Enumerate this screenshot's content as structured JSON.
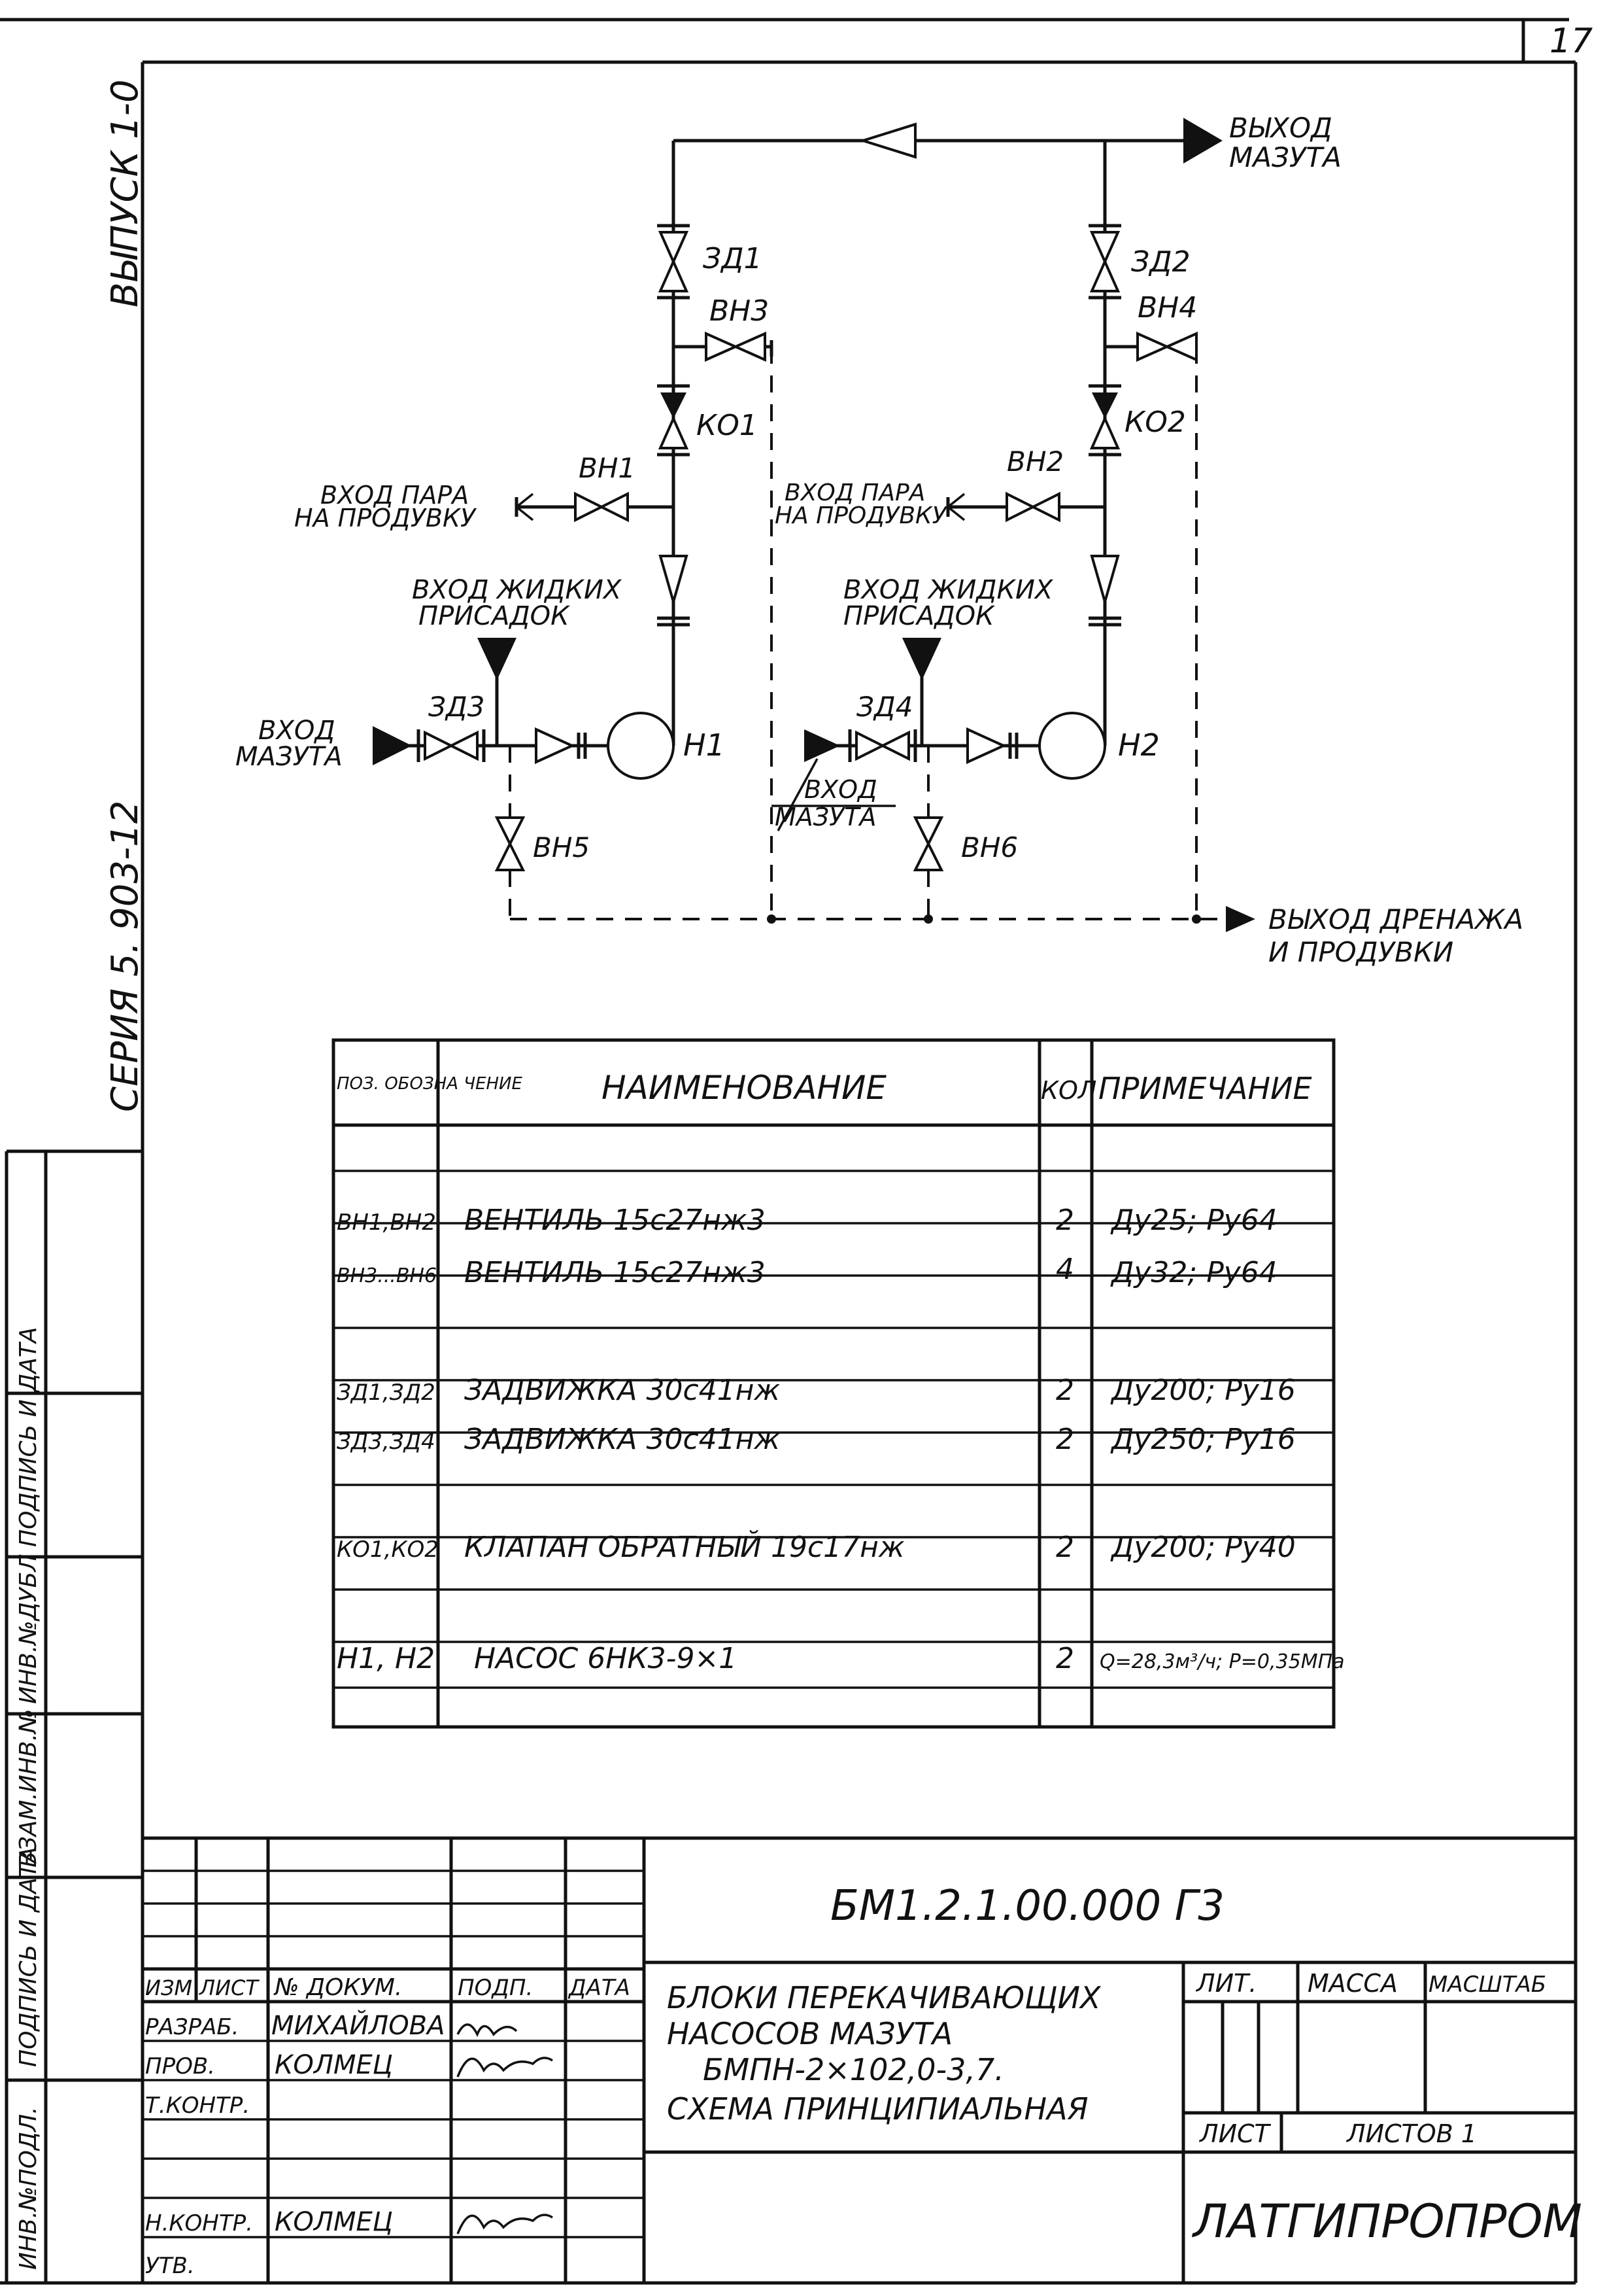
{
  "page_number": "17",
  "side_labels": {
    "issue": "ВЫПУСК 1-0",
    "series": "СЕРИЯ 5. 903-12"
  },
  "margin_stamp": [
    "ИНВ.№ПОДЛ.",
    "ПОДПИСЬ И ДАТА",
    "ВЗАМ.ИНВ.№",
    "ИНВ.№ДУБЛ",
    "ПОДПИСЬ И ДАТА"
  ],
  "diagram": {
    "outlet_fuel": [
      "ВЫХОД",
      "МАЗУТА"
    ],
    "drain_outlet": [
      "ВЫХОД ДРЕНАЖА",
      "И ПРОДУВКИ"
    ],
    "left": {
      "gate_top": "ЗД1",
      "vent_top": "ВН3",
      "check": "КО1",
      "vent_steam": "ВН1",
      "steam_in": [
        "ВХОД ПАРА",
        "НА ПРОДУВКУ"
      ],
      "additives_in": [
        "ВХОД ЖИДКИХ",
        "ПРИСАДОК"
      ],
      "gate_in": "ЗД3",
      "fuel_in": [
        "ВХОД",
        "МАЗУТА"
      ],
      "pump": "Н1",
      "vent_drain": "ВН5"
    },
    "right": {
      "gate_top": "ЗД2",
      "vent_top": "ВН4",
      "check": "КО2",
      "vent_steam": "ВН2",
      "steam_in": [
        "ВХОД ПАРА",
        "НА ПРОДУВКУ"
      ],
      "additives_in": [
        "ВХОД ЖИДКИХ",
        "ПРИСАДОК"
      ],
      "gate_in": "ЗД4",
      "fuel_in": [
        "ВХОД",
        "МАЗУТА"
      ],
      "pump": "Н2",
      "vent_drain": "ВН6"
    }
  },
  "spec_table": {
    "headers": [
      "ПОЗ. ОБОЗНА ЧЕНИЕ",
      "НАИМЕНОВАНИЕ",
      "КОЛ",
      "ПРИМЕЧАНИЕ"
    ],
    "rows": [
      {
        "pos": "",
        "name": "",
        "qty": "",
        "note": ""
      },
      {
        "pos": "ВН1,ВН2",
        "name": "ВЕНТИЛЬ 15с27нж3",
        "qty": "2",
        "note": "Ду25; Ру64"
      },
      {
        "pos": "ВН3...ВН6",
        "name": "ВЕНТИЛЬ 15с27нж3",
        "qty": "4",
        "note": "Ду32; Ру64"
      },
      {
        "pos": "",
        "name": "",
        "qty": "",
        "note": ""
      },
      {
        "pos": "ЗД1,ЗД2",
        "name": "ЗАДВИЖКА 30с41нж",
        "qty": "2",
        "note": "Ду200; Ру16"
      },
      {
        "pos": "ЗД3,ЗД4",
        "name": "ЗАДВИЖКА 30с41нж",
        "qty": "2",
        "note": "Ду250; Ру16"
      },
      {
        "pos": "",
        "name": "",
        "qty": "",
        "note": ""
      },
      {
        "pos": "КО1,КО2",
        "name": "КЛАПАН ОБРАТНЫЙ 19с17нж",
        "qty": "2",
        "note": "Ду200; Ру40"
      },
      {
        "pos": "",
        "name": "",
        "qty": "",
        "note": ""
      },
      {
        "pos": "Н1, Н2",
        "name": "НАСОС 6НК3-9×1",
        "qty": "2",
        "note": "Q=28,3м³/ч; P=0,35МПа"
      },
      {
        "pos": "",
        "name": "",
        "qty": "",
        "note": ""
      }
    ]
  },
  "title_block": {
    "doc_code": "БМ1.2.1.00.000 Г3",
    "title_lines": [
      "БЛОКИ ПЕРЕКАЧИВАЮЩИХ",
      "НАСОСОВ МАЗУТА",
      "БМПН-2×102,0-3,7.",
      "СХЕМА ПРИНЦИПИАЛЬНАЯ"
    ],
    "col_headers": [
      "ИЗМ",
      "ЛИСТ",
      "№ ДОКУМ.",
      "ПОДП.",
      "ДАТА"
    ],
    "roles": [
      {
        "role": "РАЗРАБ.",
        "name": "МИХАЙЛОВА"
      },
      {
        "role": "ПРОВ.",
        "name": "КОЛМЕЦ"
      },
      {
        "role": "Т.КОНТР.",
        "name": ""
      },
      {
        "role": "",
        "name": ""
      },
      {
        "role": "Н.КОНТР.",
        "name": "КОЛМЕЦ"
      },
      {
        "role": "УТВ.",
        "name": ""
      }
    ],
    "lit_label": "ЛИТ.",
    "mass_label": "МАССА",
    "scale_label": "МАСШТАБ",
    "sheet_label": "ЛИСТ",
    "sheets_label": "ЛИСТОВ 1",
    "org": "ЛАТГИПРОПРОМ"
  }
}
